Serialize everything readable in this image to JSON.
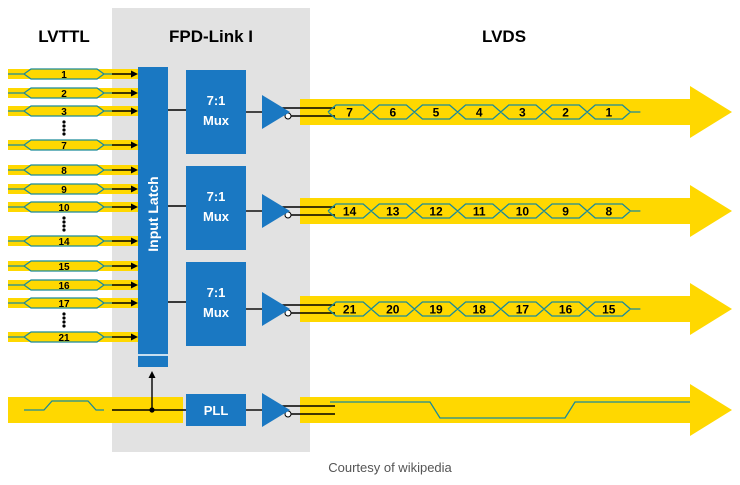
{
  "headings": {
    "lvttl": "LVTTL",
    "fpd_link": "FPD-Link I",
    "lvds": "LVDS"
  },
  "latch_label": "Input Latch",
  "mux_label_line1": "7:1",
  "mux_label_line2": "Mux",
  "pll_label": "PLL",
  "caption": "Courtesy of wikipedia",
  "input_groups": [
    {
      "labels": [
        "1",
        "2",
        "3",
        "7"
      ]
    },
    {
      "labels": [
        "8",
        "9",
        "10",
        "14"
      ]
    },
    {
      "labels": [
        "15",
        "16",
        "17",
        "21"
      ]
    }
  ],
  "output_lanes": [
    {
      "cells": [
        "7",
        "6",
        "5",
        "4",
        "3",
        "2",
        "1"
      ]
    },
    {
      "cells": [
        "14",
        "13",
        "12",
        "11",
        "10",
        "9",
        "8"
      ]
    },
    {
      "cells": [
        "21",
        "20",
        "19",
        "18",
        "17",
        "16",
        "15"
      ]
    }
  ],
  "colors": {
    "yellow": "#ffd800",
    "blue": "#1a78c2",
    "teal": "#1a8a9a",
    "panel": "#e2e2e2",
    "text": "#000000",
    "caption": "#555555"
  }
}
